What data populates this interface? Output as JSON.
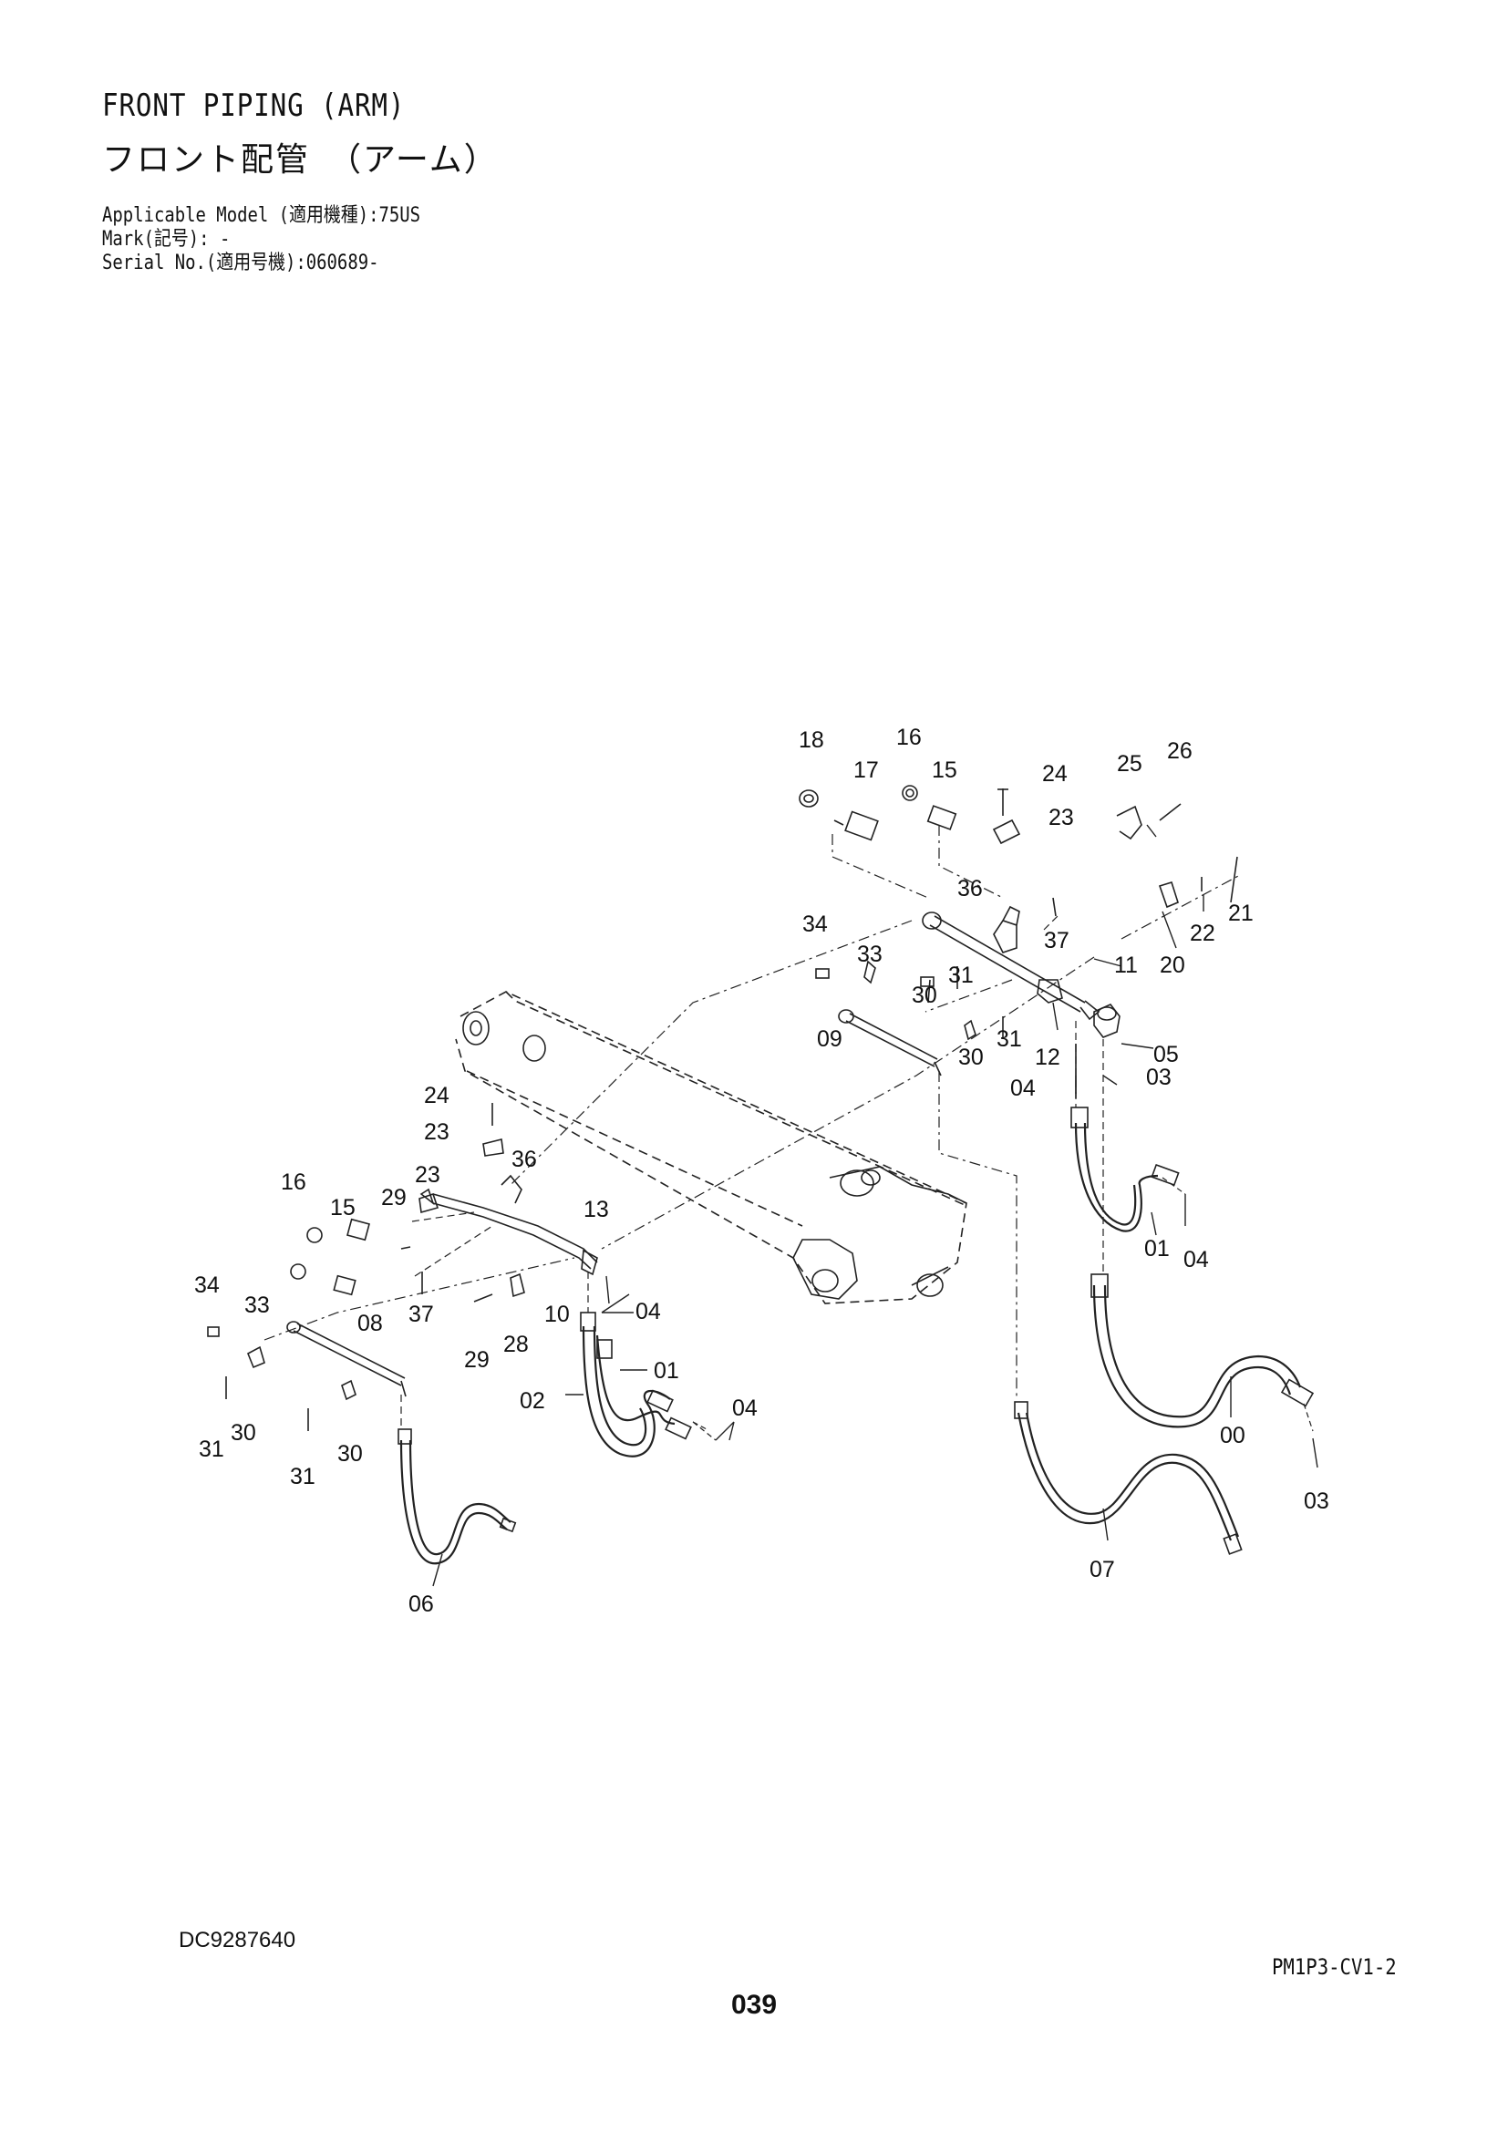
{
  "header": {
    "title_en": "FRONT PIPING (ARM)",
    "title_ja": "フロント配管　（アーム）",
    "applicable_model": "Applicable Model (適用機種):75US",
    "mark": "Mark(記号): -",
    "serial_no": "Serial No.(適用号機):060689-"
  },
  "footer": {
    "drawing_code": "DC9287640",
    "page_code": "PM1P3-CV1-2",
    "page_number": "039"
  },
  "callouts": [
    "18",
    "16",
    "17",
    "15",
    "24",
    "23",
    "25",
    "26",
    "21",
    "22",
    "20",
    "36",
    "37",
    "11",
    "05",
    "34",
    "33",
    "30",
    "31",
    "12",
    "09",
    "30",
    "31",
    "04",
    "03",
    "24",
    "23",
    "36",
    "16",
    "15",
    "29",
    "23",
    "13",
    "34",
    "33",
    "08",
    "37",
    "10",
    "04",
    "29",
    "28",
    "01",
    "02",
    "04",
    "31",
    "30",
    "31",
    "30",
    "06",
    "01",
    "04",
    "00",
    "03",
    "07"
  ],
  "colors": {
    "line": "#222222",
    "text": "#111111",
    "background": "#ffffff"
  }
}
